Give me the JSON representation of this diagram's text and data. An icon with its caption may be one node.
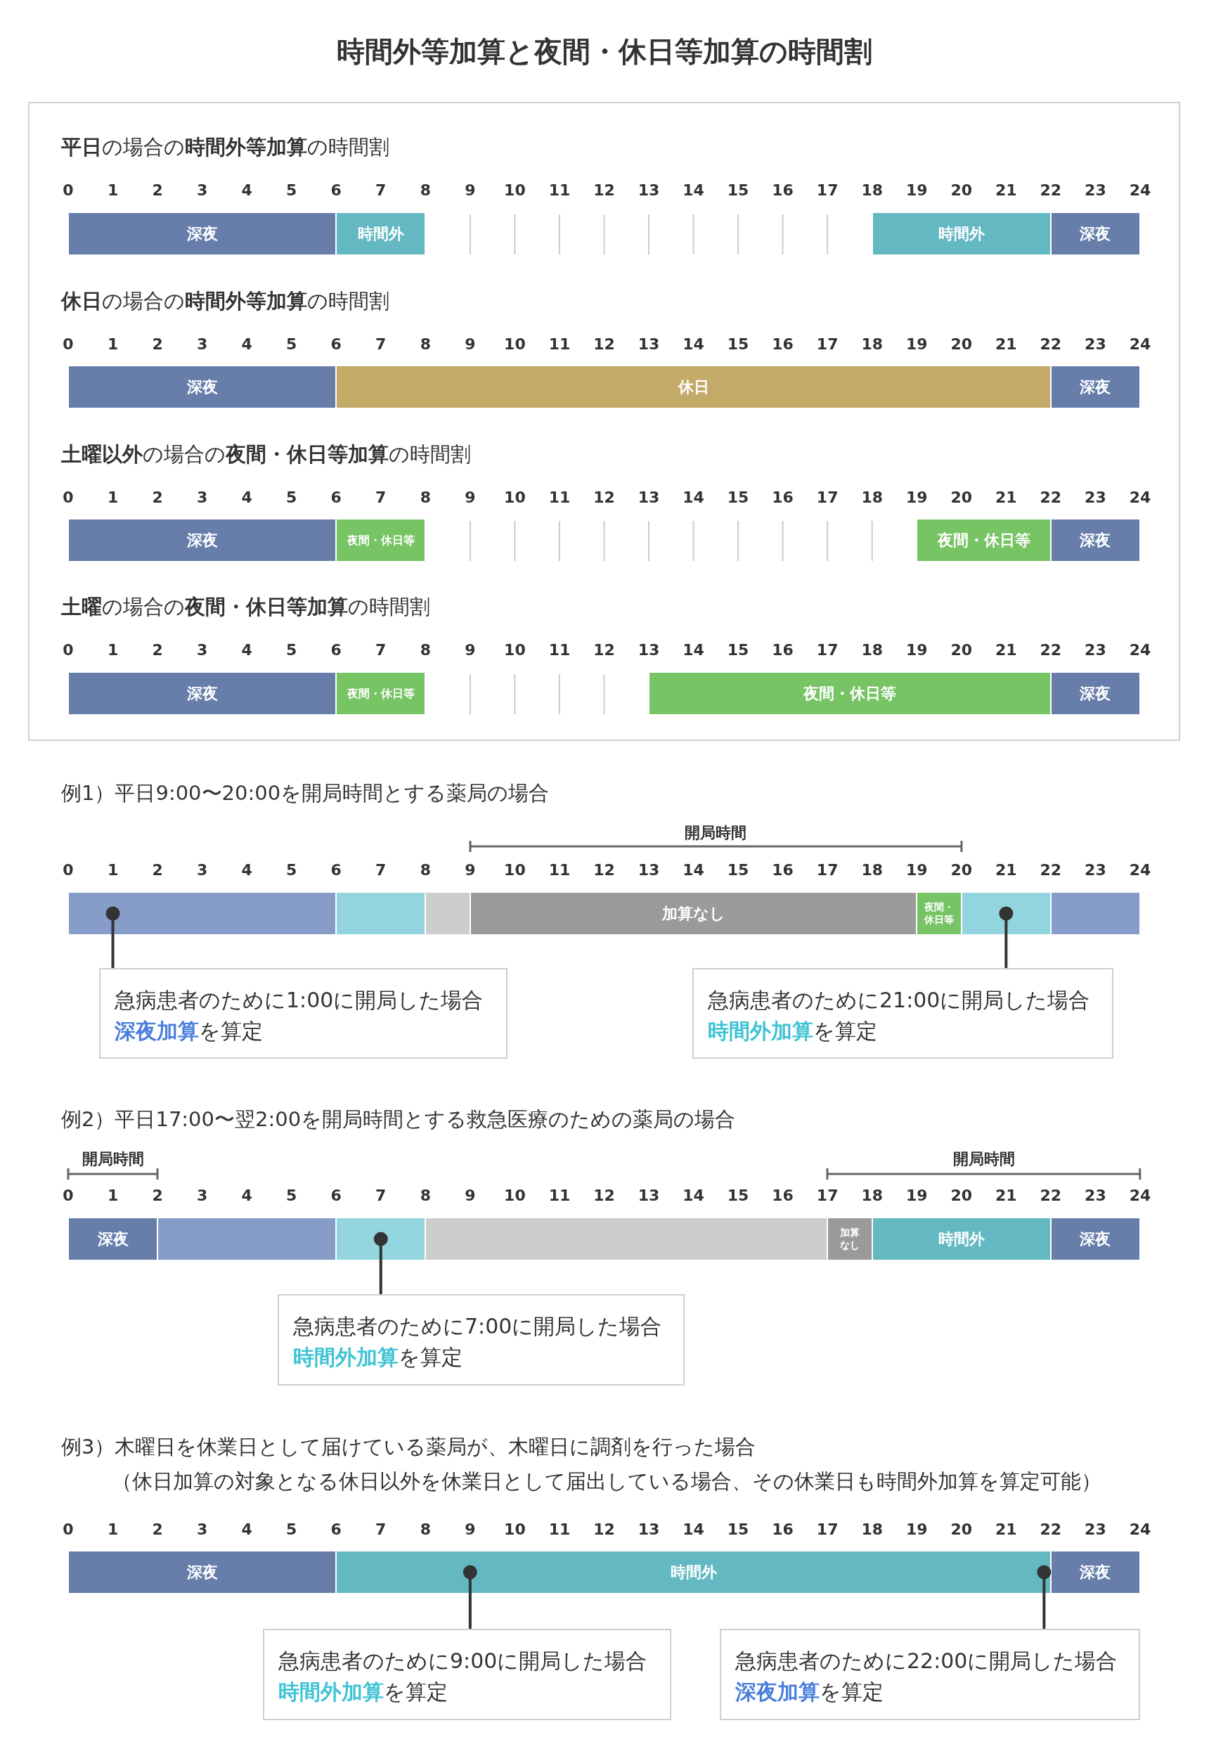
{
  "diagram": {
    "title": "時間外等加算と夜間・休日等加算の時間割",
    "nodes": [
      {
        "text": [
          "深夜"
        ]
      },
      {
        "text": [
          "時間外"
        ]
      },
      {
        "text": [
          "時間外"
        ]
      },
      {
        "text": [
          "深夜"
        ]
      },
      {
        "text": [
          "深夜"
        ]
      },
      {
        "text": [
          "休日"
        ]
      },
      {
        "text": [
          "深夜"
        ]
      },
      {
        "text": [
          "深夜"
        ]
      },
      {
        "text": [
          "夜間・休日等"
        ]
      },
      {
        "text": [
          "夜間・休日等"
        ]
      },
      {
        "text": [
          "深夜"
        ]
      },
      {
        "text": [
          "深夜"
        ]
      },
      {
        "text": [
          "夜間・休日等"
        ]
      },
      {
        "text": [
          "夜間・休日等"
        ]
      },
      {
        "text": [
          "深夜"
        ]
      },
      {
        "text": [],
        "shape": "bar"
      },
      {
        "text": [],
        "shape": "bar"
      },
      {
        "text": [],
        "shape": "bar"
      },
      {
        "text": [
          "加算なし"
        ]
      },
      {
        "text": [
          "夜間・休日等"
        ]
      },
      {
        "text": [],
        "shape": "bar"
      },
      {
        "text": [],
        "shape": "bar"
      },
      {
        "text": [
          "急病患者のために1:00に開局した場合",
          "**深夜加算**を算定"
        ]
      },
      {
        "text": [
          "急病患者のために21:00に開局した場合",
          "**時間外加算**を算定"
        ]
      },
      {
        "text": [
          "深夜"
        ]
      },
      {
        "text": [],
        "shape": "bar"
      },
      {
        "text": [],
        "shape": "bar"
      },
      {
        "text": [],
        "shape": "bar"
      },
      {
        "text": [
          "加算なし"
        ]
      },
      {
        "text": [
          "時間外"
        ]
      },
      {
        "text": [
          "深夜"
        ]
      },
      {
        "text": [
          "急病患者のために7:00に開局した場合",
          "**時間外加算**を算定"
        ]
      },
      {
        "text": [
          "深夜"
        ]
      },
      {
        "text": [
          "時間外"
        ]
      },
      {
        "text": [
          "深夜"
        ]
      },
      {
        "text": [
          "急病患者のために9:00に開局した場合",
          "**時間外加算**を算定"
        ]
      },
      {
        "text": [
          "急病患者のために22:00に開局した場合",
          "**深夜加算**を算定"
        ]
      }
    ],
    "edges": [
      {
        "from": 22,
        "to": 15,
        "arrow": "other"
      },
      {
        "from": 23,
        "to": 20,
        "arrow": "other"
      },
      {
        "from": 31,
        "to": 26,
        "arrow": "other"
      },
      {
        "from": 35,
        "to": 33,
        "arrow": "other"
      },
      {
        "from": 36,
        "to": 33,
        "arrow": "other"
      }
    ],
    "labels": [
      "**平日**の場合の**時間外等加算**の時間割",
      "0",
      "1",
      "2",
      "3",
      "4",
      "5",
      "6",
      "7",
      "8",
      "9",
      "10",
      "11",
      "12",
      "13",
      "14",
      "15",
      "16",
      "17",
      "18",
      "19",
      "20",
      "21",
      "22",
      "23",
      "24",
      "**休日**の場合の**時間外等加算**の時間割",
      "0",
      "1",
      "2",
      "3",
      "4",
      "5",
      "6",
      "7",
      "8",
      "9",
      "10",
      "11",
      "12",
      "13",
      "14",
      "15",
      "16",
      "17",
      "18",
      "19",
      "20",
      "21",
      "22",
      "23",
      "24",
      "**土曜以外**の場合の**夜間・休日等加算**の時間割",
      "0",
      "1",
      "2",
      "3",
      "4",
      "5",
      "6",
      "7",
      "8",
      "9",
      "10",
      "11",
      "12",
      "13",
      "14",
      "15",
      "16",
      "17",
      "18",
      "19",
      "20",
      "21",
      "22",
      "23",
      "24",
      "**土曜**の場合の**夜間・休日等加算**の時間割",
      "0",
      "1",
      "2",
      "3",
      "4",
      "5",
      "6",
      "7",
      "8",
      "9",
      "10",
      "11",
      "12",
      "13",
      "14",
      "15",
      "16",
      "17",
      "18",
      "19",
      "20",
      "21",
      "22",
      "23",
      "24",
      "例1）平日9:00〜20:00を開局時間とする薬局の場合",
      "開局時間",
      "0",
      "1",
      "2",
      "3",
      "4",
      "5",
      "6",
      "7",
      "8",
      "9",
      "10",
      "11",
      "12",
      "13",
      "14",
      "15",
      "16",
      "17",
      "18",
      "19",
      "20",
      "21",
      "22",
      "23",
      "24",
      "例2）平日17:00〜翌2:00を開局時間とする救急医療のための薬局の場合",
      "開局時間",
      "開局時間",
      "0",
      "1",
      "2",
      "3",
      "4",
      "5",
      "6",
      "7",
      "8",
      "9",
      "10",
      "11",
      "12",
      "13",
      "14",
      "15",
      "16",
      "17",
      "18",
      "19",
      "20",
      "21",
      "22",
      "23",
      "24",
      "例3）木曜日を休業日として届けている薬局が、木曜日に調剤を行った場合",
      "（休日加算の対象となる休日以外を休業日として届出している場合、その休業日も時間外加算を算定可能）",
      "0",
      "1",
      "2",
      "3",
      "4",
      "5",
      "6",
      "7",
      "8",
      "9",
      "10",
      "11",
      "12",
      "13",
      "14",
      "15",
      "16",
      "17",
      "18",
      "19",
      "20",
      "21",
      "22",
      "23",
      "24"
    ]
  }
}
